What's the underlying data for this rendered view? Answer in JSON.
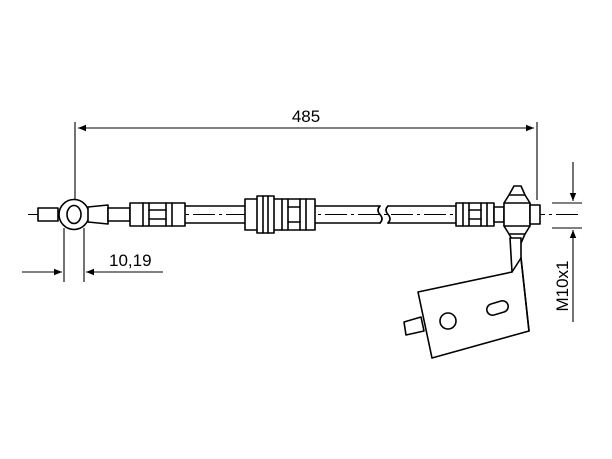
{
  "dimensions": {
    "overall_length": "485",
    "eye_offset": "10,19",
    "thread": "M10x1"
  },
  "colors": {
    "line": "#000000",
    "background": "#ffffff"
  }
}
